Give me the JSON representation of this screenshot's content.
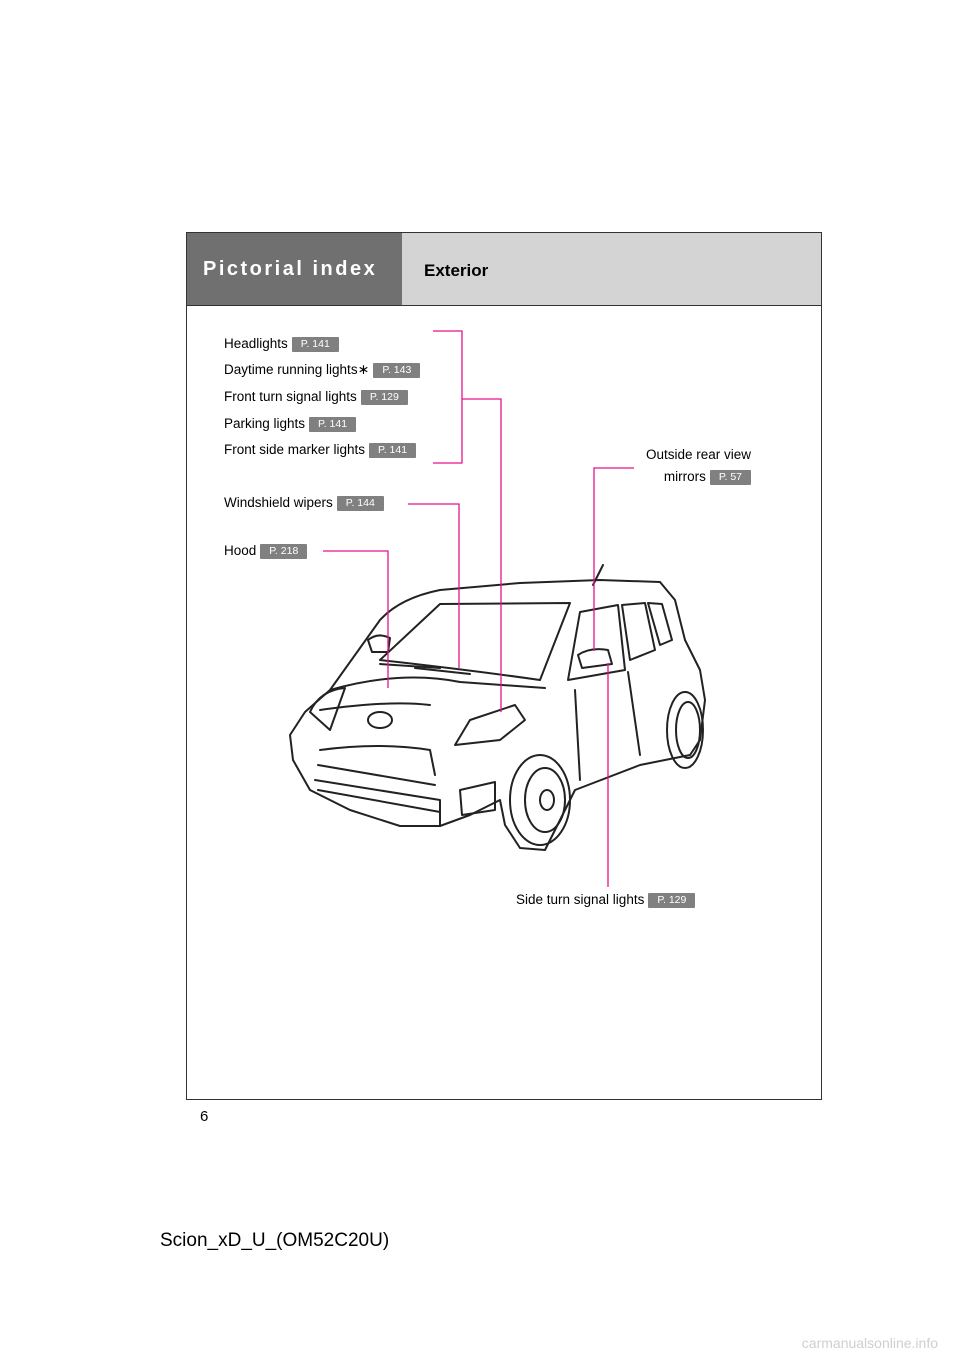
{
  "header": {
    "section": "Pictorial index",
    "title": "Exterior"
  },
  "labels": {
    "headlights": {
      "text": "Headlights",
      "ref": "P. 141"
    },
    "drl": {
      "text": "Daytime running lights",
      "mark": "∗",
      "ref": "P. 143"
    },
    "front_turn": {
      "text": "Front turn signal lights",
      "ref": "P. 129"
    },
    "parking": {
      "text": "Parking lights",
      "ref": "P. 141"
    },
    "side_marker": {
      "text": "Front side marker lights",
      "ref": "P. 141"
    },
    "wipers": {
      "text": "Windshield wipers",
      "ref": "P. 144"
    },
    "hood": {
      "text": "Hood",
      "ref": "P. 218"
    },
    "mirrors": {
      "line1": "Outside rear view",
      "line2": "mirrors",
      "ref": "P. 57"
    },
    "side_turn": {
      "text": "Side turn signal lights",
      "ref": "P. 129"
    }
  },
  "colors": {
    "leader": "#e8128c",
    "header_dark": "#707070",
    "header_light": "#d4d4d4",
    "ref_badge": "#808080"
  },
  "page_number": "6",
  "footer": "Scion_xD_U_(OM52C20U)",
  "watermark": "carmanualsonline.info"
}
